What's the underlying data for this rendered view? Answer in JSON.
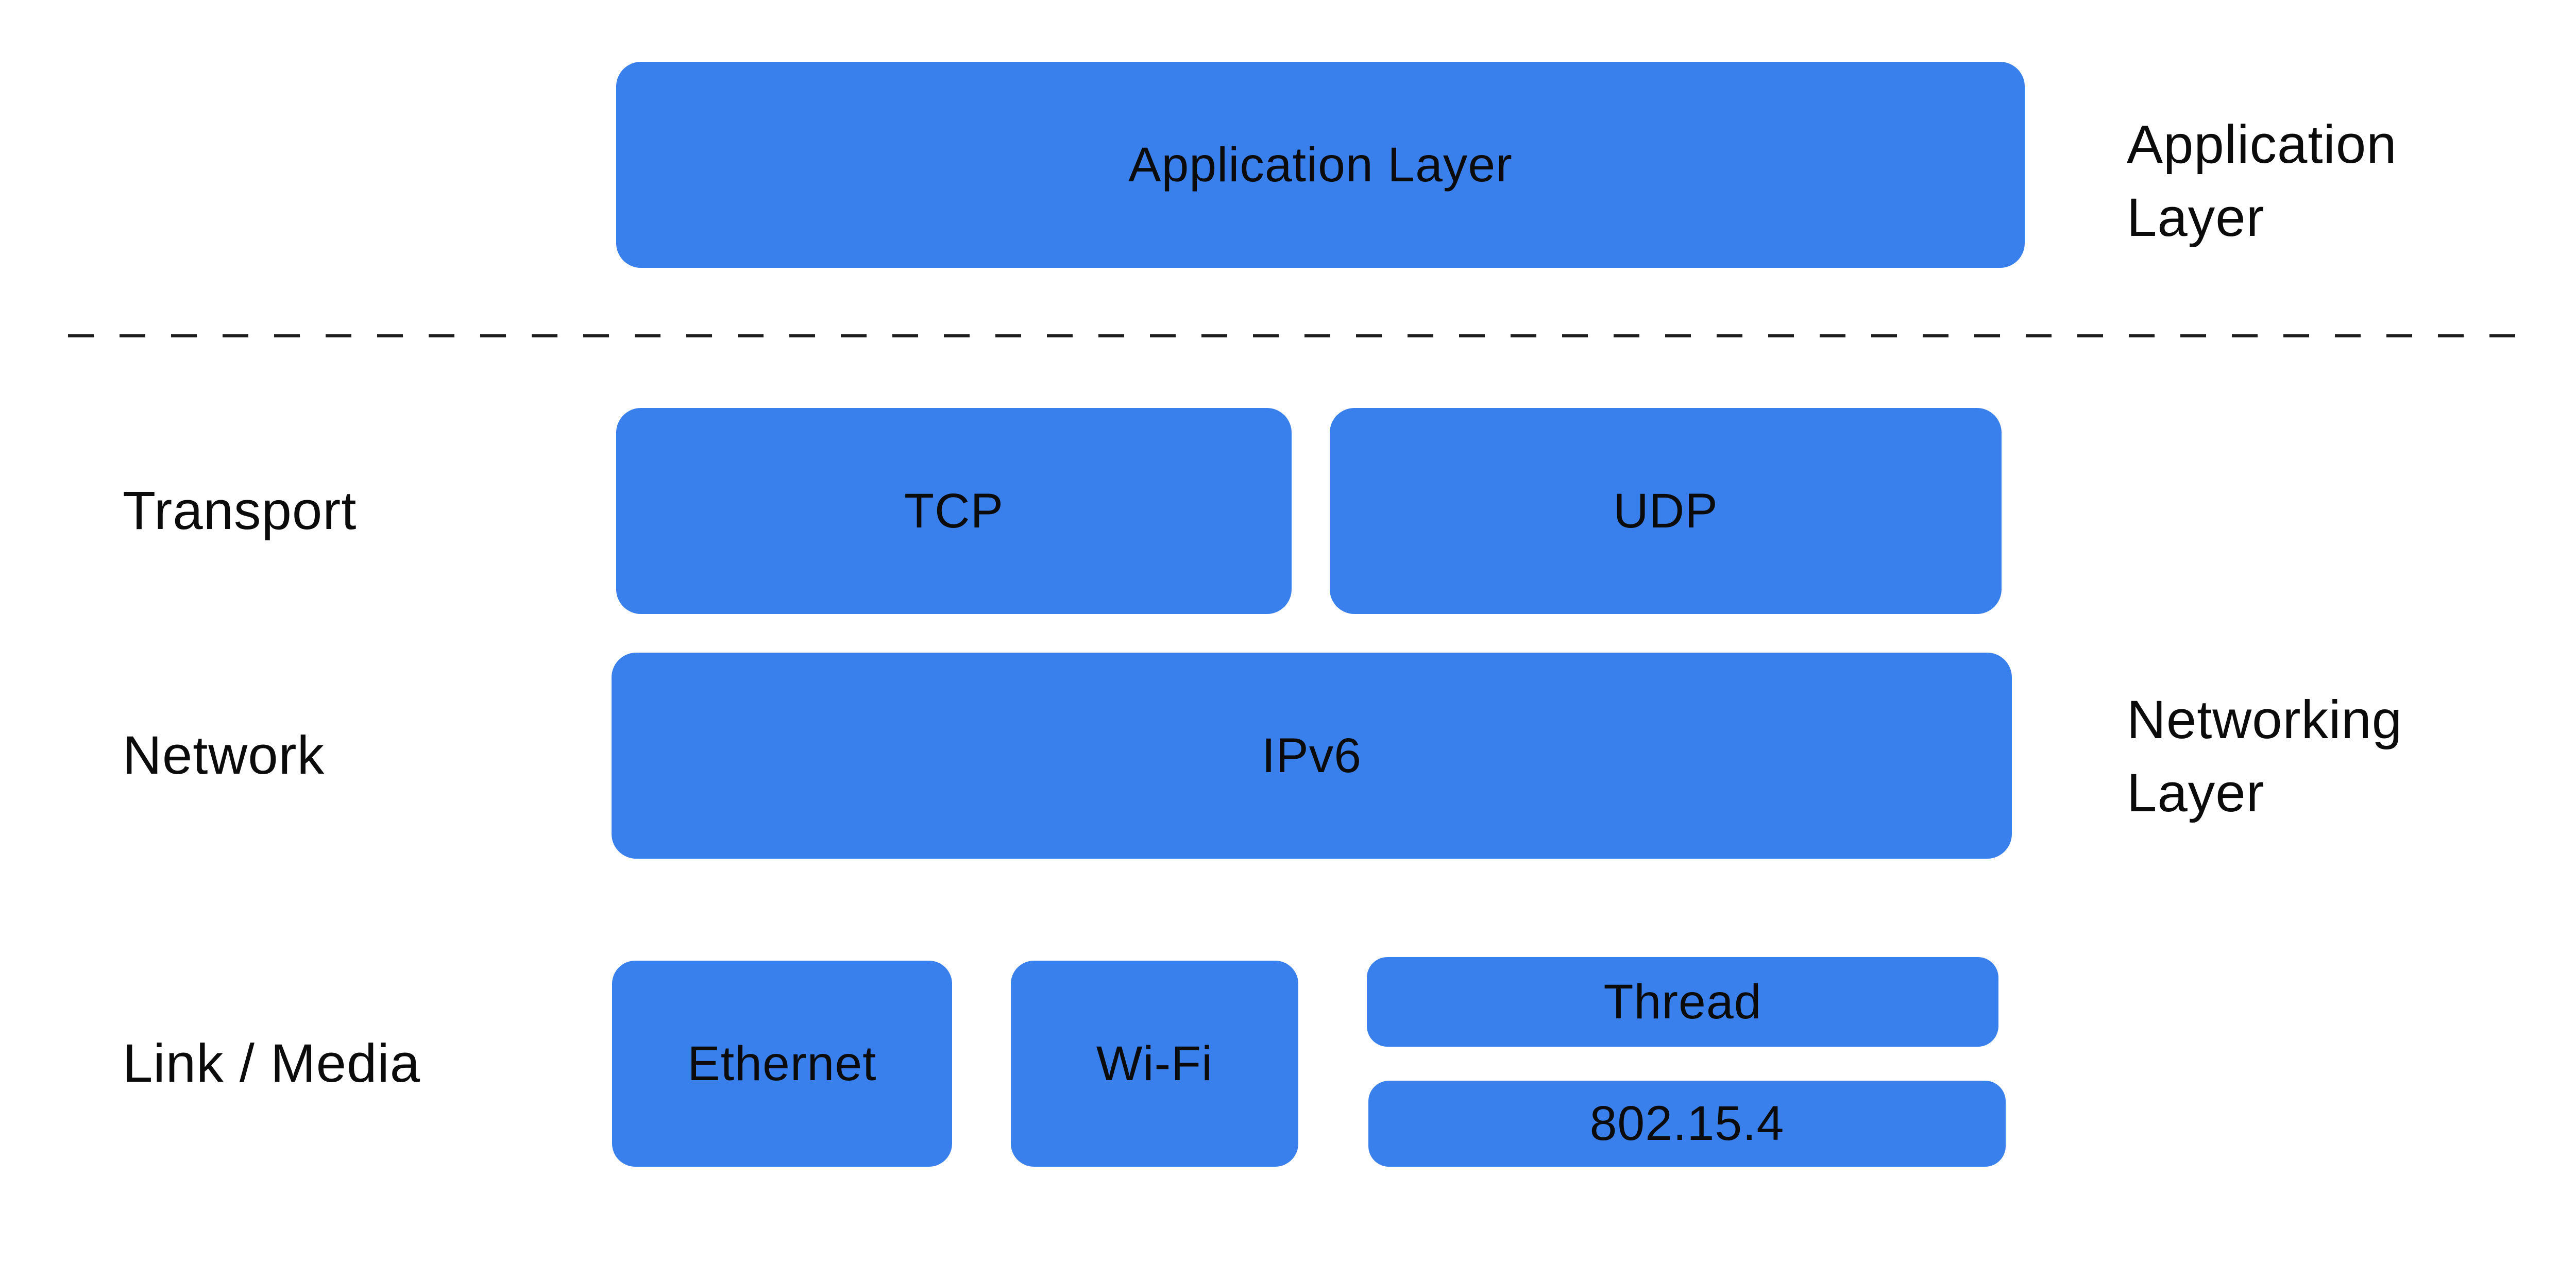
{
  "diagram": {
    "background": "#ffffff",
    "accent_blue": "#3a80ec",
    "text_color": "#0b0b0b",
    "divider_color": "#1e1e1e",
    "application": {
      "box_label": "Application Layer",
      "side_label_line1": "Application",
      "side_label_line2": "Layer"
    },
    "transport": {
      "row_label": "Transport",
      "tcp_label": "TCP",
      "udp_label": "UDP"
    },
    "network": {
      "row_label": "Network",
      "box_label": "IPv6",
      "side_label_line1": "Networking",
      "side_label_line2": "Layer"
    },
    "link_media": {
      "row_label": "Link / Media",
      "ethernet_label": "Ethernet",
      "wifi_label": "Wi-Fi",
      "thread_label": "Thread",
      "ieee_label": "802.15.4"
    }
  }
}
